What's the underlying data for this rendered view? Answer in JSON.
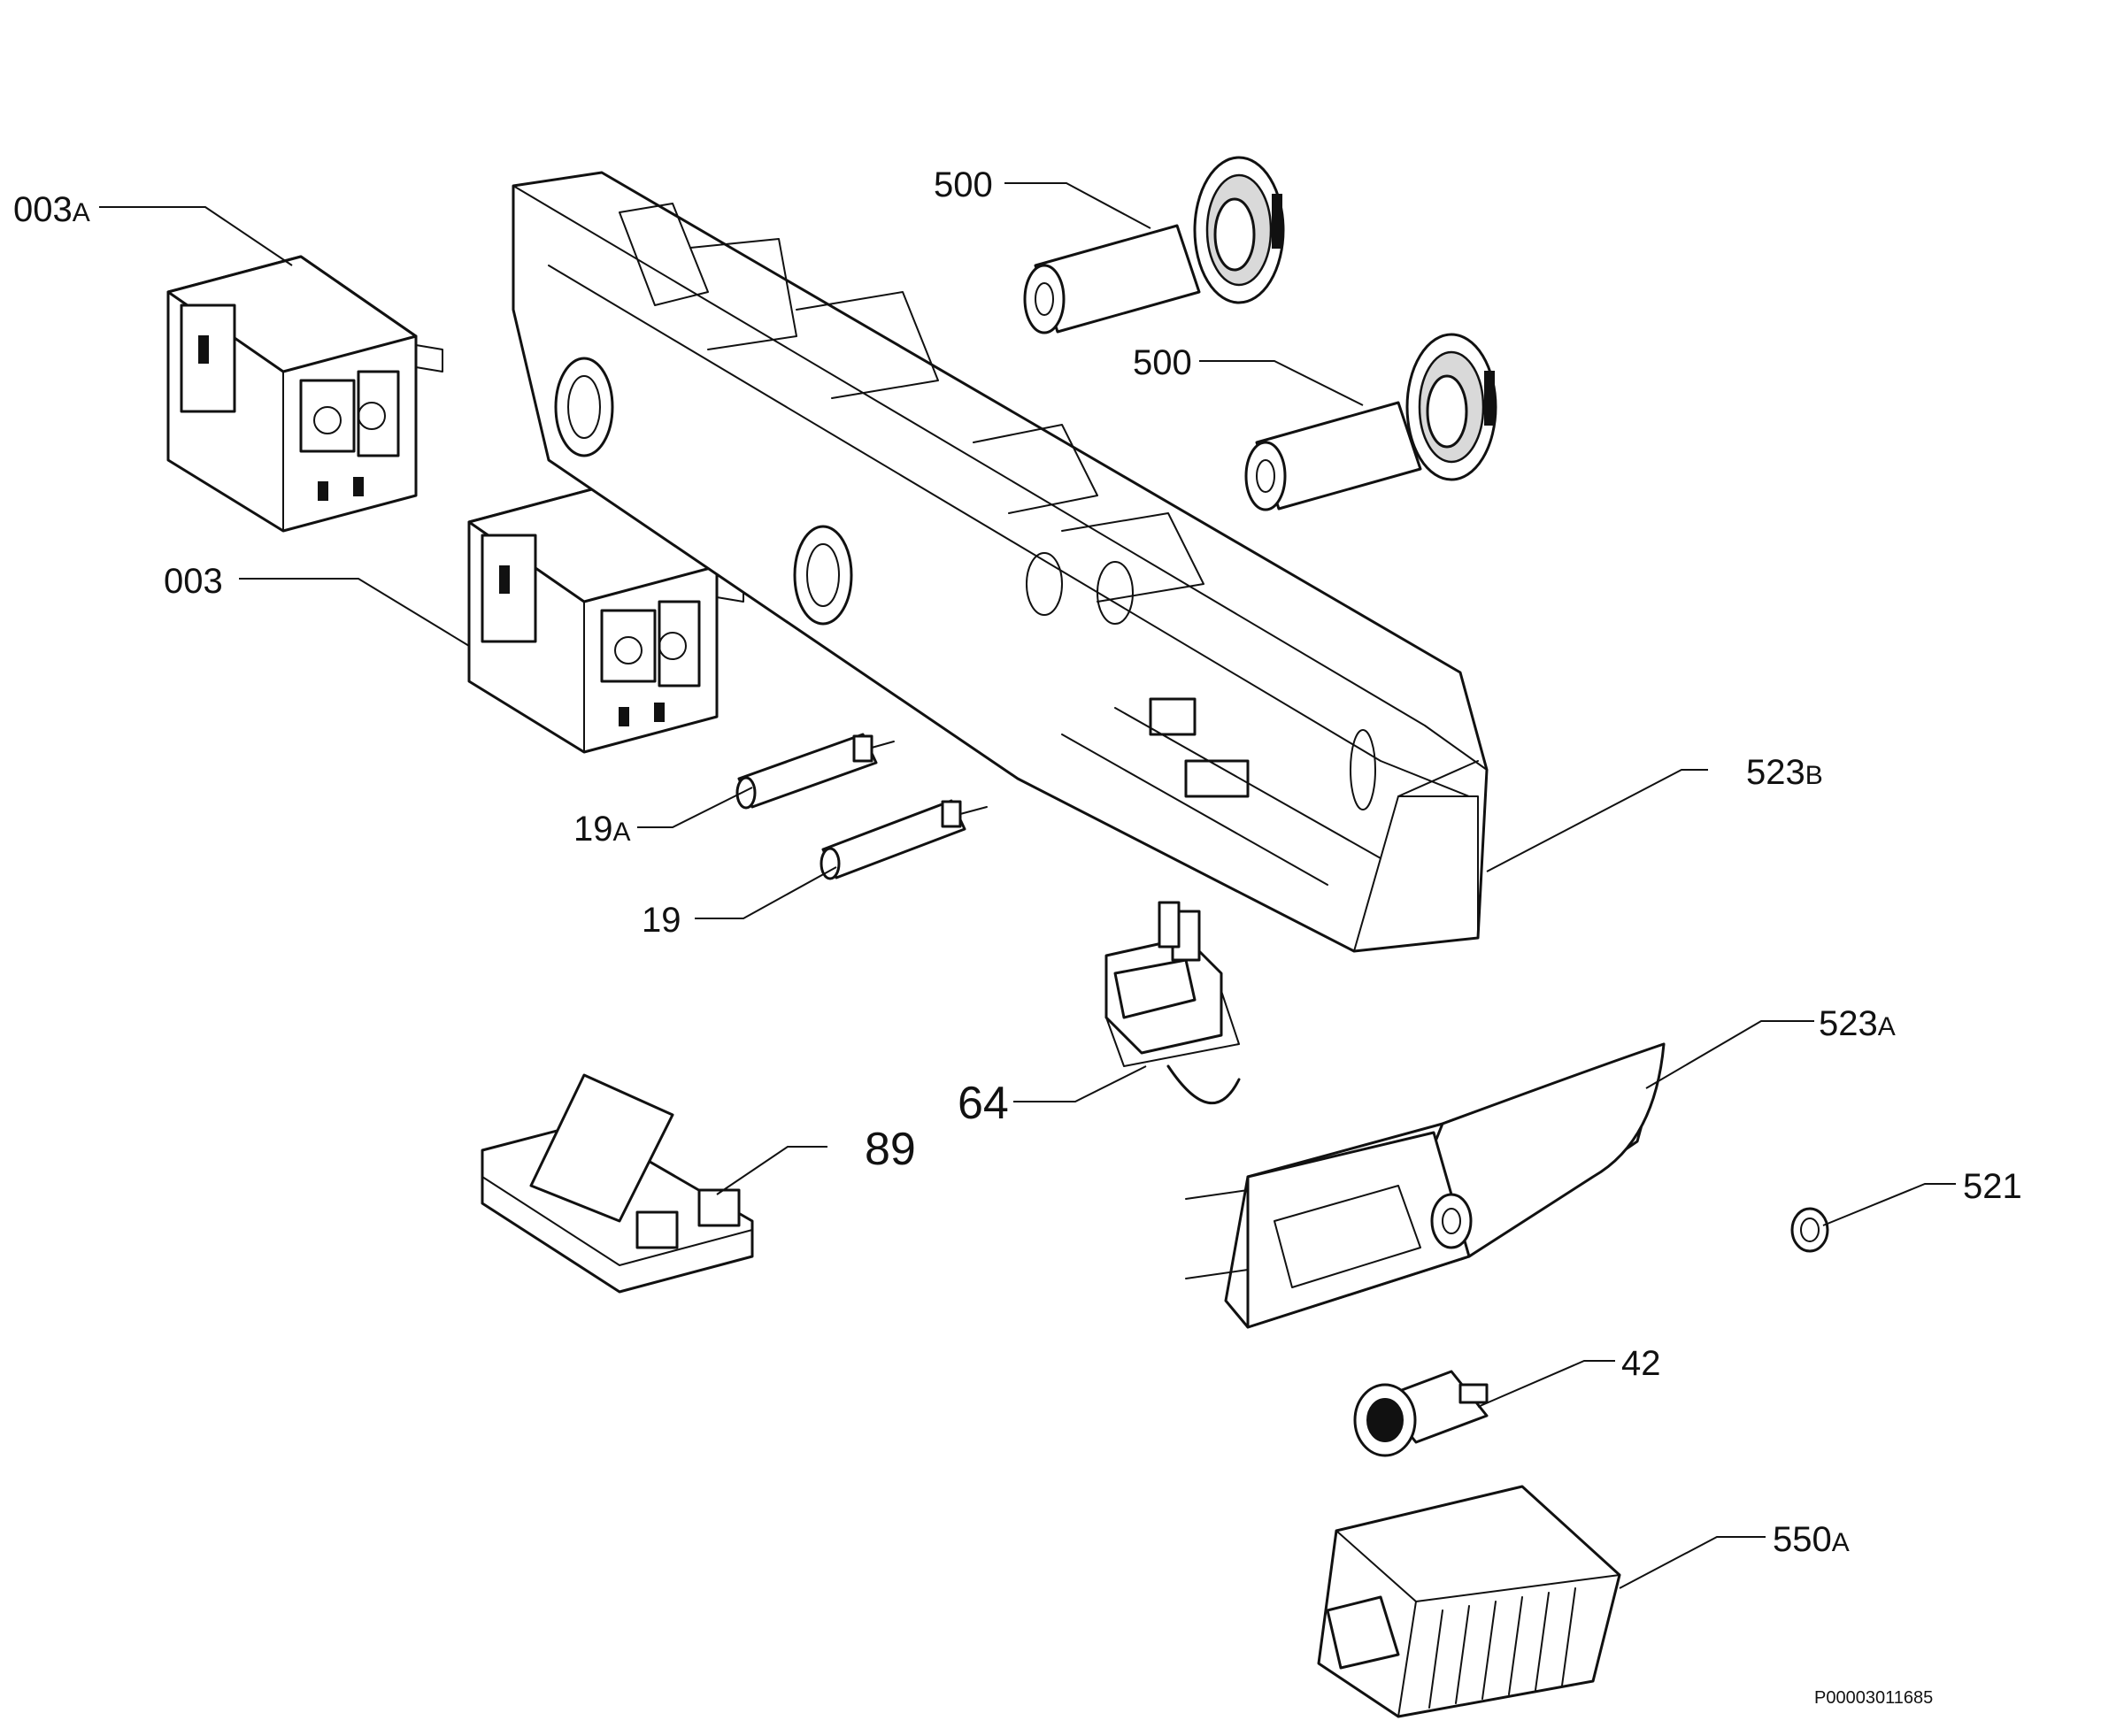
{
  "diagram": {
    "reference_code": "P00003011685",
    "labels": [
      {
        "id": "003A",
        "main": "003",
        "suffix": "A"
      },
      {
        "id": "003",
        "main": "003",
        "suffix": ""
      },
      {
        "id": "500-top",
        "main": "500",
        "suffix": ""
      },
      {
        "id": "500-bottom",
        "main": "500",
        "suffix": ""
      },
      {
        "id": "19A",
        "main": "19",
        "suffix": "A"
      },
      {
        "id": "19",
        "main": "19",
        "suffix": ""
      },
      {
        "id": "523B",
        "main": "523",
        "suffix": "B"
      },
      {
        "id": "64",
        "main": "64",
        "suffix": ""
      },
      {
        "id": "89",
        "main": "89",
        "suffix": ""
      },
      {
        "id": "523A",
        "main": "523",
        "suffix": "A"
      },
      {
        "id": "521",
        "main": "521",
        "suffix": ""
      },
      {
        "id": "42",
        "main": "42",
        "suffix": ""
      },
      {
        "id": "550A",
        "main": "550",
        "suffix": "A"
      }
    ]
  }
}
